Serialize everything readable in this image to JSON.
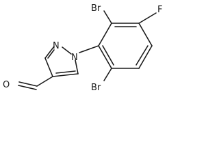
{
  "molecule": {
    "atoms": {
      "br_top": "Br",
      "br_bottom": "Br",
      "fluorine": "F",
      "n1": "N",
      "n2": "N",
      "oxygen": "O"
    }
  }
}
